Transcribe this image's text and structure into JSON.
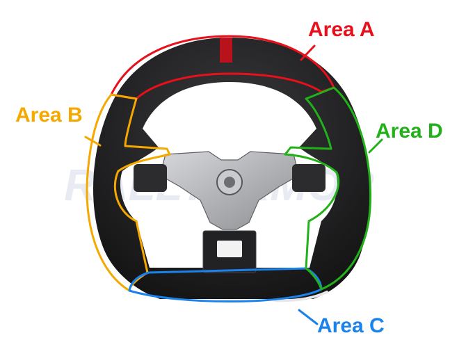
{
  "watermark": {
    "text": "RALLYARMOR"
  },
  "colors": {
    "area_a": "#e8101a",
    "area_b": "#f5a800",
    "area_c": "#1a82ea",
    "area_d": "#22b11a",
    "leather": "#1d1d1f",
    "stripe": "#b8121c",
    "metal": "#a7a9ad"
  },
  "areas": {
    "a": {
      "label": "Area A"
    },
    "b": {
      "label": "Area B"
    },
    "c": {
      "label": "Area C"
    },
    "d": {
      "label": "Area D"
    }
  }
}
